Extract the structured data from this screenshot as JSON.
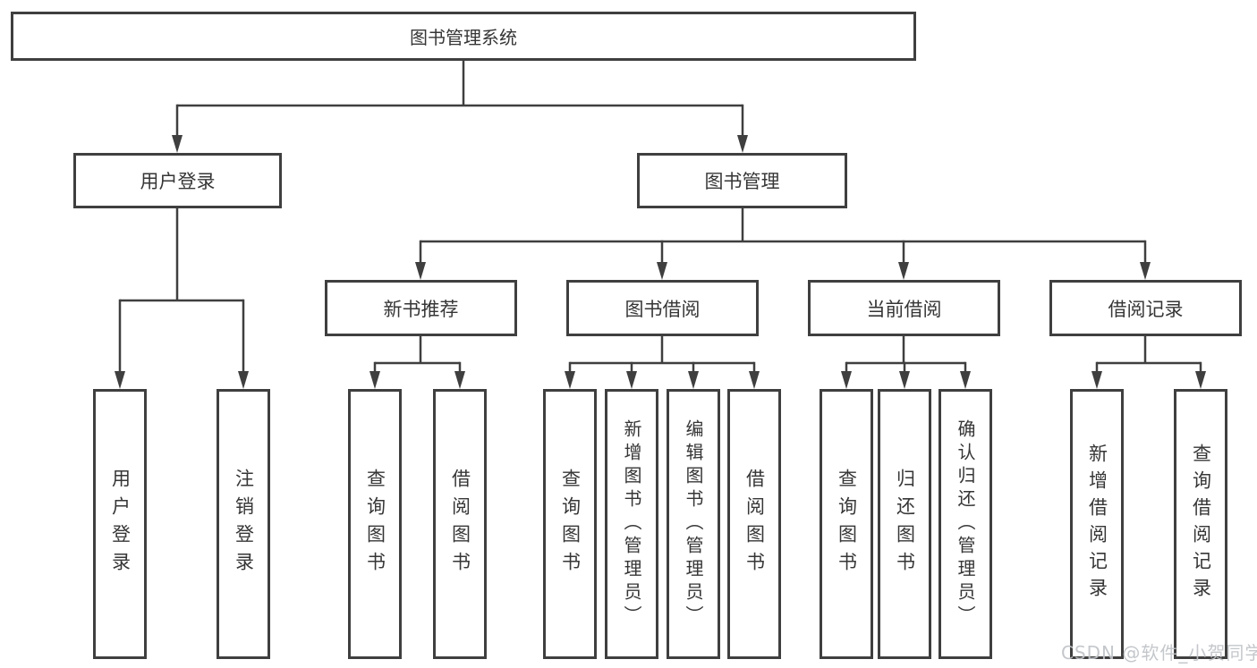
{
  "diagram": {
    "root": {
      "label": "图书管理系统"
    },
    "level2": {
      "user_login": {
        "label": "用户登录"
      },
      "book_mgmt": {
        "label": "图书管理"
      }
    },
    "level3": {
      "new_rec": {
        "label": "新书推荐"
      },
      "borrow": {
        "label": "图书借阅"
      },
      "current": {
        "label": "当前借阅"
      },
      "record": {
        "label": "借阅记录"
      }
    },
    "leaves": {
      "user_login": {
        "label": "用户登录"
      },
      "logout": {
        "label": "注销登录"
      },
      "nr_query": {
        "label": "查询图书"
      },
      "nr_borrow": {
        "label": "借阅图书"
      },
      "bb_query": {
        "label": "查询图书"
      },
      "bb_add": {
        "label": "新增图书（管理员）"
      },
      "bb_edit": {
        "label": "编辑图书（管理员）"
      },
      "bb_borrow": {
        "label": "借阅图书"
      },
      "cb_query": {
        "label": "查询图书"
      },
      "cb_return": {
        "label": "归还图书"
      },
      "cb_confirm": {
        "label": "确认归还（管理员）"
      },
      "br_add": {
        "label": "新增借阅记录"
      },
      "br_query": {
        "label": "查询借阅记录"
      }
    },
    "watermark": "CSDN @软件_小贺同学",
    "colors": {
      "line": "#3f3f3f",
      "text": "#363636",
      "background": "#ffffff",
      "watermark": "#bfc3c7"
    }
  }
}
